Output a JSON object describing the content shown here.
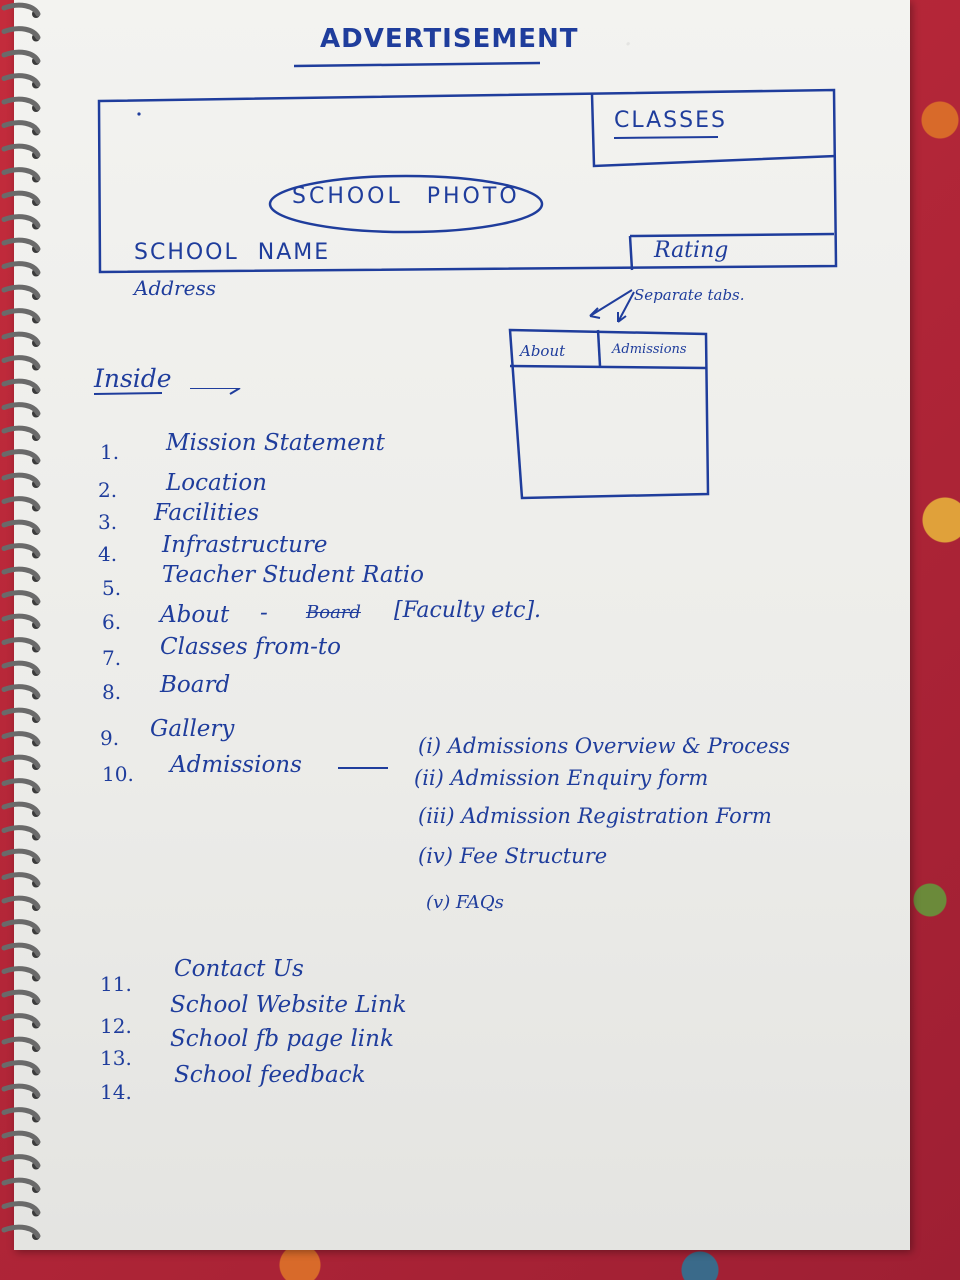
{
  "title": "ADVERTISEMENT",
  "mockup": {
    "classes_label": "CLASSES",
    "photo_label": "SCHOOL PHOTO",
    "name_label": "SCHOOL NAME",
    "rating_label": "Rating",
    "address_label": "Address",
    "tabs_note": "Separate tabs.",
    "tabs": [
      "About",
      "Admissions"
    ]
  },
  "inside": {
    "heading": "Inside",
    "items": [
      {
        "num": "1.",
        "label": "Mission Statement"
      },
      {
        "num": "2.",
        "label": "Location"
      },
      {
        "num": "3.",
        "label": "Facilities"
      },
      {
        "num": "4.",
        "label": "Infrastructure"
      },
      {
        "num": "5.",
        "label": "Teacher Student Ratio"
      },
      {
        "num": "6.",
        "label": "About",
        "struck": "Board",
        "note": "[Faculty etc]."
      },
      {
        "num": "7.",
        "label": "Classes from-to"
      },
      {
        "num": "8.",
        "label": "Board"
      },
      {
        "num": "9.",
        "label": "Gallery"
      },
      {
        "num": "10.",
        "label": "Admissions"
      },
      {
        "num": "11.",
        "label": "Contact Us"
      },
      {
        "num": "12.",
        "label": "School Website Link"
      },
      {
        "num": "13.",
        "label": "School fb page link"
      },
      {
        "num": "14.",
        "label": "School feedback"
      }
    ],
    "admissions_sub": [
      "(i) Admissions Overview & Process",
      "(ii) Admission Enquiry form",
      "(iii) Admission Registration Form",
      "(iv) Fee Structure",
      "(v) FAQs"
    ]
  },
  "colors": {
    "ink": "#1f3d9c",
    "paper": "#efefec",
    "background": "#b8243a"
  }
}
